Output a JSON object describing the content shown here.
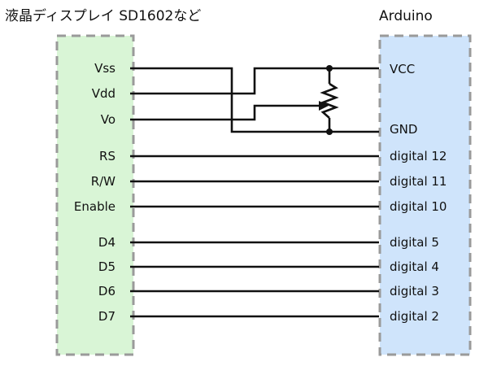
{
  "lcd": {
    "title": "液晶ディスプレイ SD1602など",
    "fill_color": "#d9f5d6",
    "border_color": "#9a9a9a",
    "pins": [
      {
        "id": "vss",
        "label": "Vss"
      },
      {
        "id": "vdd",
        "label": "Vdd"
      },
      {
        "id": "vo",
        "label": "Vo"
      },
      {
        "id": "rs",
        "label": "RS"
      },
      {
        "id": "rw",
        "label": "R/W"
      },
      {
        "id": "enable",
        "label": "Enable"
      },
      {
        "id": "d4",
        "label": "D4"
      },
      {
        "id": "d5",
        "label": "D5"
      },
      {
        "id": "d6",
        "label": "D6"
      },
      {
        "id": "d7",
        "label": "D7"
      }
    ]
  },
  "arduino": {
    "title": "Arduino",
    "fill_color": "#cfe4fb",
    "border_color": "#9a9a9a",
    "pins": [
      {
        "id": "vcc",
        "label": "VCC"
      },
      {
        "id": "gnd",
        "label": "GND"
      },
      {
        "id": "digital12",
        "label": "digital 12"
      },
      {
        "id": "digital11",
        "label": "digital 11"
      },
      {
        "id": "digital10",
        "label": "digital 10"
      },
      {
        "id": "digital5",
        "label": "digital 5"
      },
      {
        "id": "digital4",
        "label": "digital 4"
      },
      {
        "id": "digital3",
        "label": "digital 3"
      },
      {
        "id": "digital2",
        "label": "digital 2"
      }
    ]
  },
  "connections": [
    {
      "from": "rs",
      "to": "digital12"
    },
    {
      "from": "rw",
      "to": "digital11"
    },
    {
      "from": "enable",
      "to": "digital10"
    },
    {
      "from": "d4",
      "to": "digital5"
    },
    {
      "from": "d5",
      "to": "digital4"
    },
    {
      "from": "d6",
      "to": "digital3"
    },
    {
      "from": "d7",
      "to": "digital2"
    },
    {
      "from": "vss",
      "to": "gnd"
    },
    {
      "from": "vdd",
      "to": "vcc"
    },
    {
      "from": "vo",
      "to": "potentiometer-wiper"
    }
  ],
  "components": {
    "potentiometer": {
      "icon": "potentiometer-icon",
      "between": [
        "vcc",
        "gnd"
      ]
    }
  },
  "wire_color": "#111111"
}
